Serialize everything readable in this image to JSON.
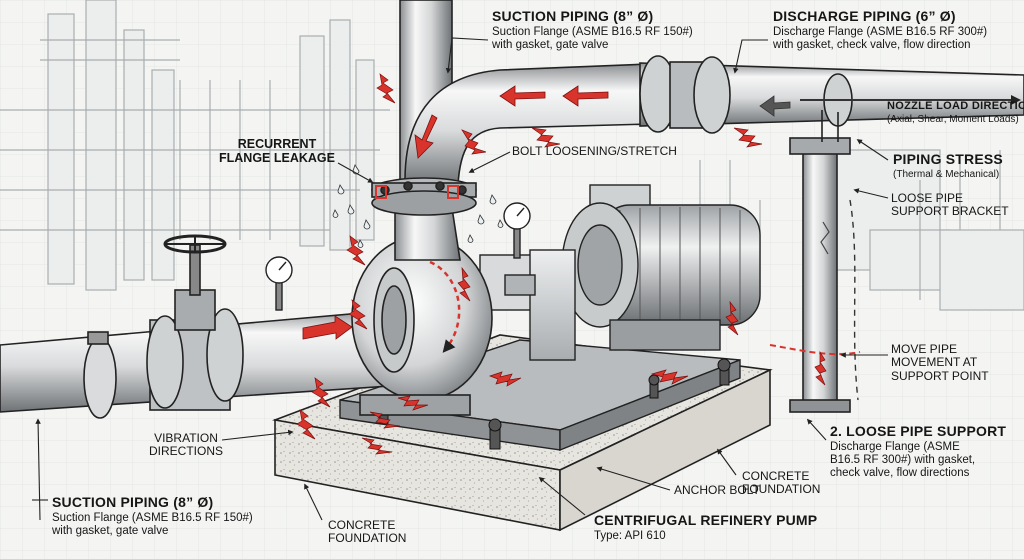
{
  "labels": {
    "suction_top_title": "SUCTION PIPING (8” Ø)",
    "suction_top_desc_1": "Suction Flange (ASME B16.5 RF 150#)",
    "suction_top_desc_2": "with gasket, gate valve",
    "discharge_title": "DISCHARGE PIPING (6” Ø)",
    "discharge_desc_1": "Discharge Flange (ASME B16.5 RF 300#)",
    "discharge_desc_2": "with gasket, check valve, flow direction",
    "nozzle_title": "NOZZLE LOAD DIRECTION",
    "nozzle_desc": "(Axial, Shear, Moment Loads)",
    "leak_line_1": "RECURRENT",
    "leak_line_2": "FLANGE LEAKAGE",
    "bolt": "BOLT LOOSENING/STRETCH",
    "stress_title": "PIPING STRESS",
    "stress_desc": "(Thermal & Mechanical)",
    "support_bracket_1": "LOOSE PIPE",
    "support_bracket_2": "SUPPORT BRACKET",
    "move_1": "MOVE PIPE",
    "move_2": "MOVEMENT AT",
    "move_3": "SUPPORT POINT",
    "loose_title": "2. LOOSE PIPE SUPPORT",
    "loose_desc_1": "Discharge Flange (ASME",
    "loose_desc_2": "B16.5 RF 300#) with gasket,",
    "loose_desc_3": "check valve, flow directions",
    "vib_1": "VIBRATION",
    "vib_2": "DIRECTIONS",
    "concrete_right_1": "CONCRETE",
    "concrete_right_2": "FOUNDATION",
    "anchor": "ANCHOR BOLT",
    "suction_bottom_title": "SUCTION PIPING (8” Ø)",
    "suction_bottom_desc_1": "Suction Flange (ASME B16.5 RF 150#)",
    "suction_bottom_desc_2": "with gasket, gate valve",
    "concrete_left_1": "CONCRETE",
    "concrete_left_2": "FOUNDATION",
    "pump_title": "CENTRIFUGAL REFINERY PUMP",
    "pump_type": "Type: API 610"
  },
  "colors": {
    "accent_red": "#d8342c",
    "ink": "#161616",
    "paper": "#f4f5f3"
  }
}
